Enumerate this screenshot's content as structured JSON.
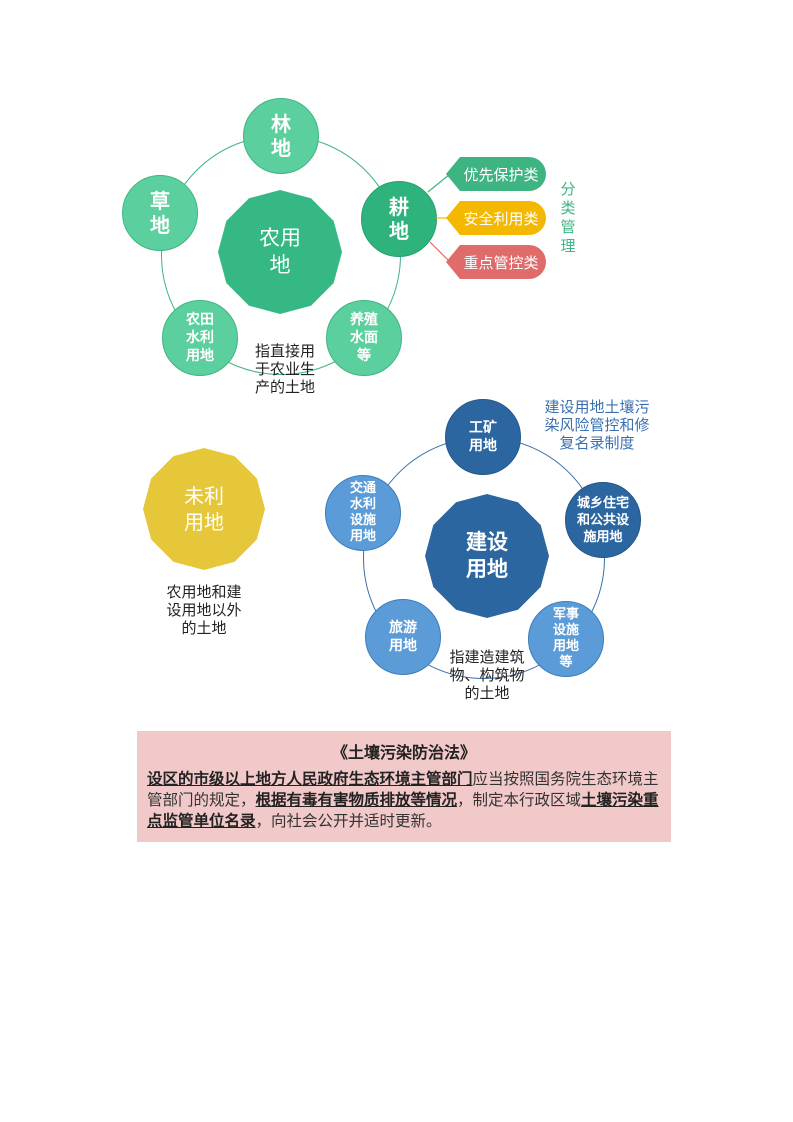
{
  "agri": {
    "center": "农用\n地",
    "nodes": {
      "forest": "林\n地",
      "grass": "草\n地",
      "cultivated": "耕\n地",
      "irrigation": "农田\n水利\n用地",
      "aquaculture": "养殖\n水面\n等"
    },
    "caption": "指直接用\n于农业生\n产的土地",
    "categories": [
      {
        "label": "优先保护类",
        "color": "#3fb483"
      },
      {
        "label": "安全利用类",
        "color": "#f5b800"
      },
      {
        "label": "重点管控类",
        "color": "#e06b6b"
      }
    ],
    "category_title": "分\n类\n管\n理"
  },
  "unused": {
    "center": "未利\n用地",
    "caption": "农用地和建\n设用地以外\n的土地",
    "color": "#e6c73a"
  },
  "construction": {
    "center": "建设\n用地",
    "nodes": {
      "industrial": "工矿\n用地",
      "urban": "城乡住宅\n和公共设\n施用地",
      "military": "军事\n设施\n用地\n等",
      "tourism": "旅游\n用地",
      "transport": "交通\n水利\n设施\n用地"
    },
    "caption": "指建造建筑\n物、构筑物\n的土地",
    "note": "建设用地土壤污\n染风险管控和修\n复名录制度"
  },
  "law": {
    "title": "《土壤污染防治法》",
    "seg1": "设区的市级以上地方人民政府生态环境主管部门",
    "seg2": "应当按照国务院生态环境主管部门的规定，",
    "seg3": "根据有毒有害物质排放等情况",
    "seg4": "，制定本行政区域",
    "seg5": "土壤污染重点监管单位名录",
    "seg6": "，向社会公开并适时更新。"
  }
}
